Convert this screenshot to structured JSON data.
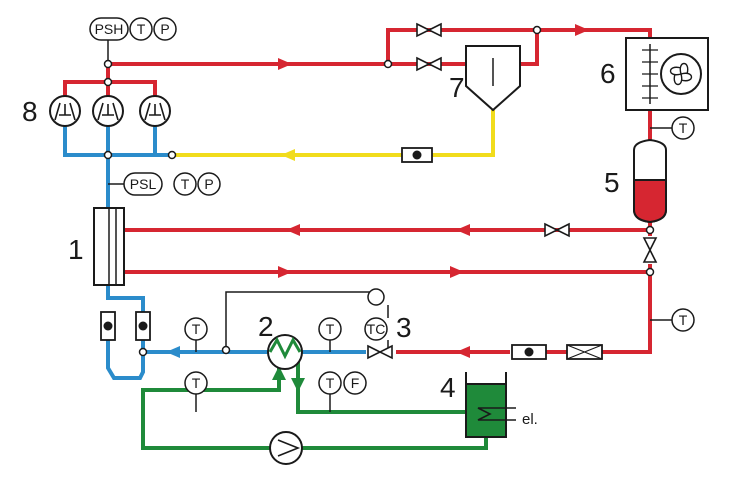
{
  "colors": {
    "hot": "#d62631",
    "cold": "#2b8ccb",
    "liquid": "#f1dc1c",
    "water": "#1f8a3a",
    "black": "#1a1a1a"
  },
  "components": {
    "c1": "1",
    "c2": "2",
    "c3": "3",
    "c4": "4",
    "c5": "5",
    "c6": "6",
    "c7": "7",
    "c8": "8"
  },
  "instruments": {
    "psh": "PSH",
    "psl": "PSL",
    "t": "T",
    "p": "P",
    "tc": "TC",
    "f": "F"
  },
  "heater_label": "el."
}
